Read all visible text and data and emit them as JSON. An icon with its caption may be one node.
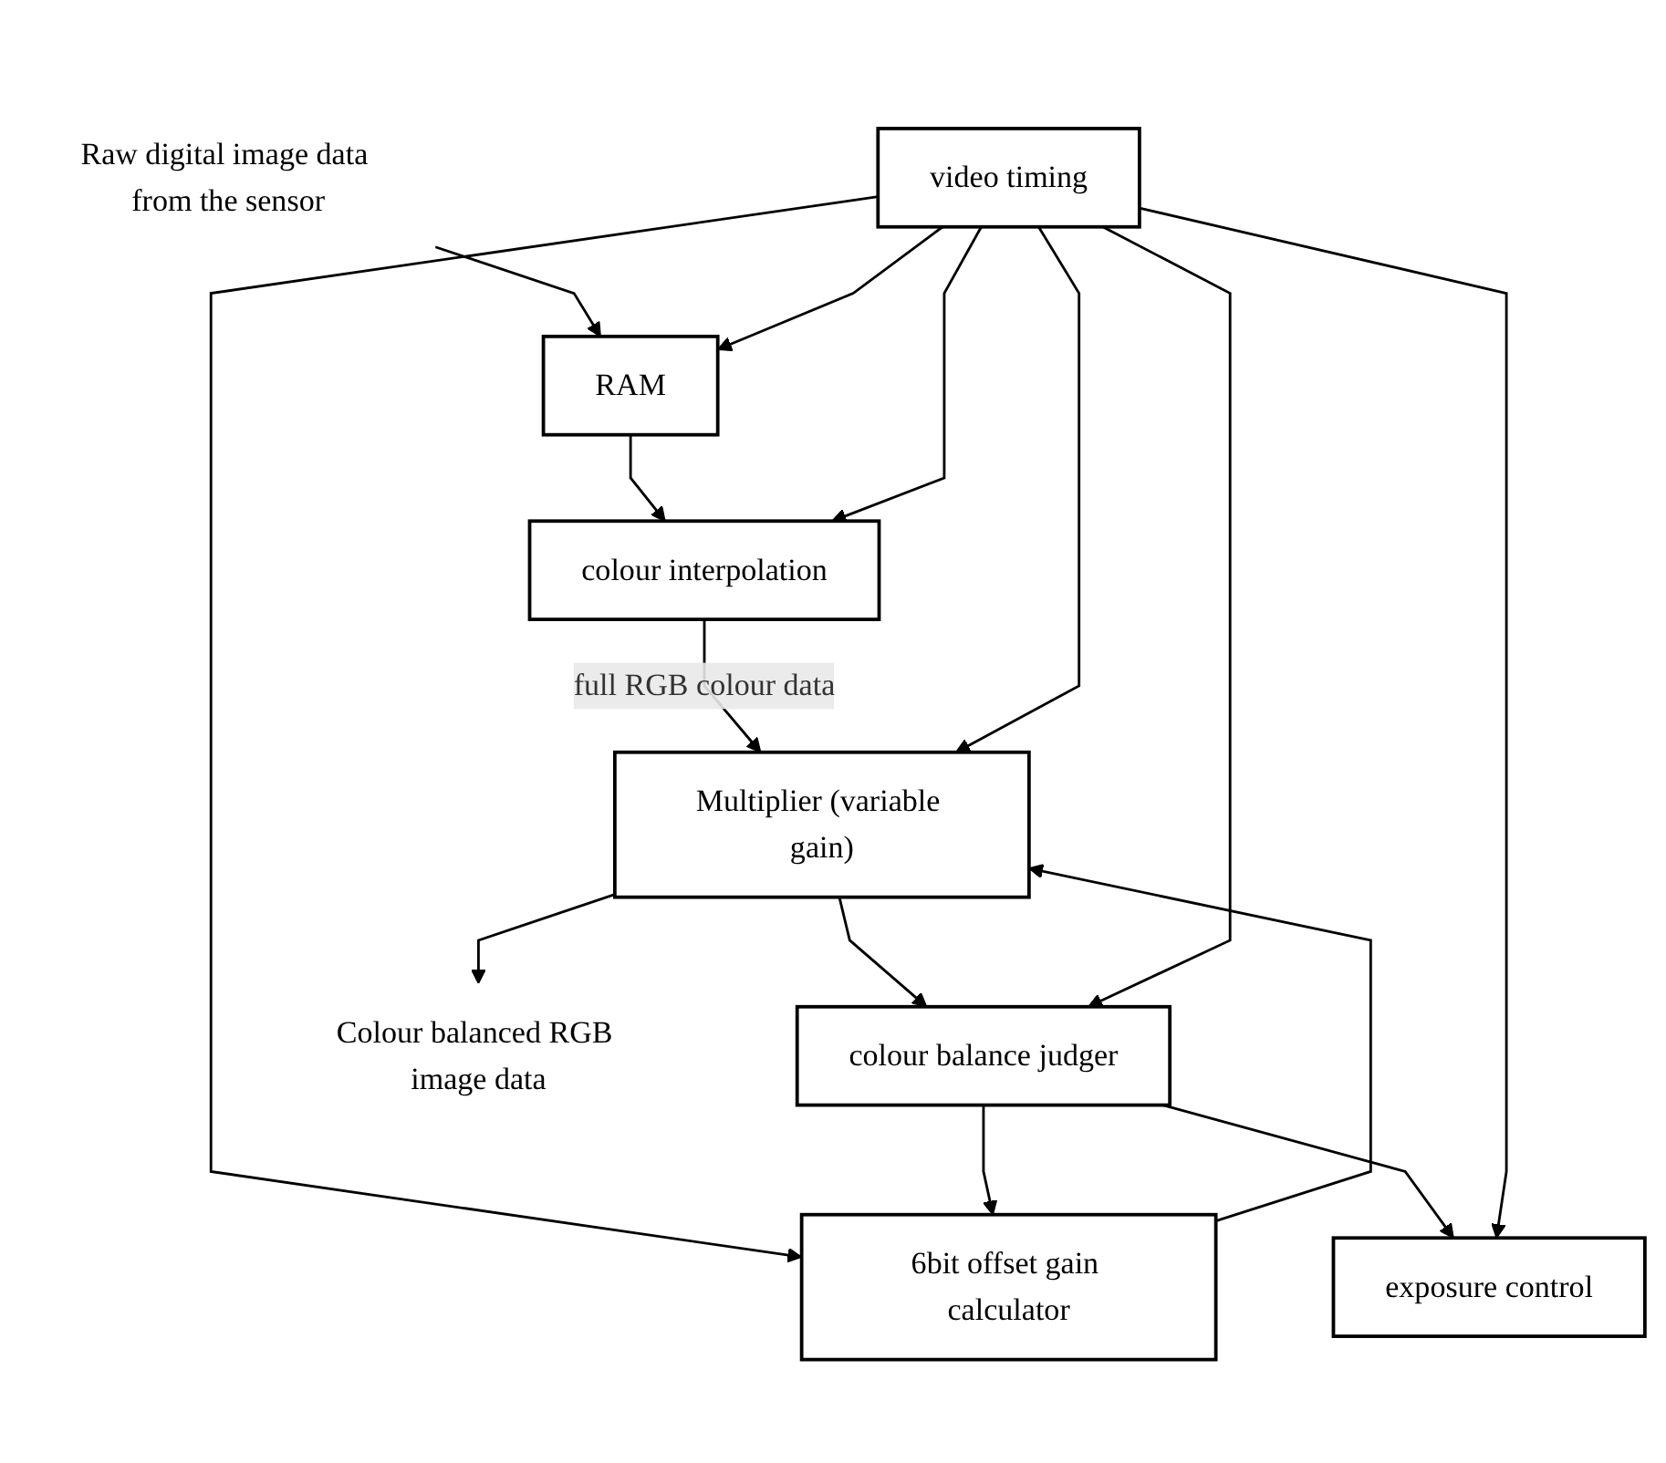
{
  "diagram": {
    "nodes": [
      {
        "text": [
          "Raw digital image data from the sensor"
        ]
      },
      {
        "text": [
          "video timing"
        ]
      },
      {
        "text": [
          "RAM"
        ]
      },
      {
        "text": [
          "6bit offset gain calculator"
        ]
      },
      {
        "text": [
          "colour interpolation"
        ]
      },
      {
        "text": [
          "Multiplier (variable gain)"
        ]
      },
      {
        "text": [
          "colour balance judger"
        ]
      },
      {
        "text": [
          "exposure control"
        ]
      },
      {
        "text": [
          "Colour balanced RGB image data"
        ]
      }
    ],
    "edges": [
      {
        "from": 0,
        "to": 2,
        "arrow": "to"
      },
      {
        "from": 1,
        "to": 3,
        "arrow": "to"
      },
      {
        "from": 1,
        "to": 2,
        "arrow": "to"
      },
      {
        "from": 2,
        "to": 4,
        "arrow": "to"
      },
      {
        "from": 1,
        "to": 4,
        "arrow": "to"
      },
      {
        "from": 4,
        "to": 5,
        "arrow": "to",
        "label": "full RGB colour data"
      },
      {
        "from": 3,
        "to": 5,
        "arrow": "to"
      },
      {
        "from": 6,
        "to": 3,
        "arrow": "to"
      },
      {
        "from": 6,
        "to": 7,
        "arrow": "to"
      },
      {
        "from": 1,
        "to": 5,
        "arrow": "to"
      },
      {
        "from": 5,
        "to": 6,
        "arrow": "to"
      },
      {
        "from": 1,
        "to": 6,
        "arrow": "to"
      },
      {
        "from": 1,
        "to": 7,
        "arrow": "to"
      },
      {
        "from": 5,
        "to": 8,
        "arrow": "to"
      }
    ]
  }
}
